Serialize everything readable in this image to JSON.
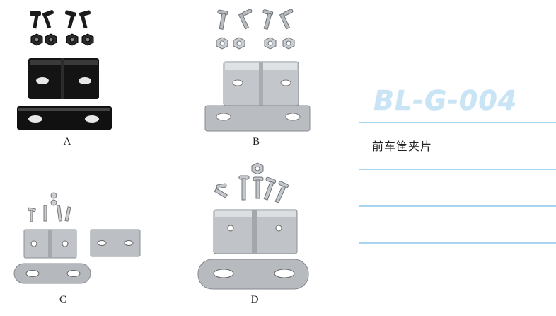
{
  "product": {
    "code": "BL-G-004",
    "description": "前车筐夹片"
  },
  "variants": [
    {
      "label": "A"
    },
    {
      "label": "B"
    },
    {
      "label": "C"
    },
    {
      "label": "D"
    }
  ],
  "colors": {
    "code_text": "#c9e4f4",
    "rule_line": "#a9d4f0",
    "black_part": "#1a1a1a",
    "steel_part": "#c8ccd0"
  }
}
